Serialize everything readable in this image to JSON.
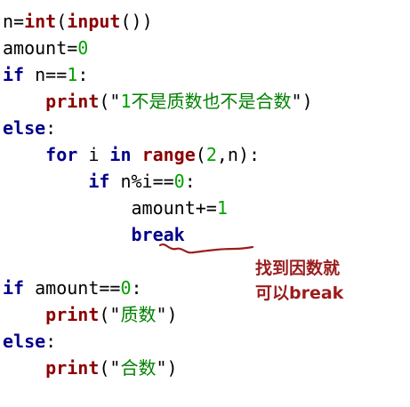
{
  "code": {
    "l1": {
      "var": "n=",
      "int": "int",
      "p1": "(",
      "input": "input",
      "p2": "())"
    },
    "l2": {
      "text": "amount=",
      "num": "0"
    },
    "l3": {
      "kw": "if",
      "text": " n==",
      "num": "1",
      "end": ":"
    },
    "l4": {
      "indent": "    ",
      "fn": "print",
      "open": "(\"",
      "num": "1",
      "zh": "不是质数也不是合数",
      "close": "\")"
    },
    "l5": {
      "kw": "else",
      "end": ":"
    },
    "l6": {
      "indent": "    ",
      "kw_for": "for",
      "mid1": " i ",
      "kw_in": "in",
      "sp": " ",
      "fn": "range",
      "open": "(",
      "num": "2",
      "rest": ",n):"
    },
    "l7": {
      "indent": "        ",
      "kw": "if",
      "text": " n%i==",
      "num": "0",
      "end": ":"
    },
    "l8": {
      "indent": "            ",
      "text": "amount+=",
      "num": "1"
    },
    "l9": {
      "indent": "            ",
      "kw": "break"
    },
    "l11": {
      "kw": "if",
      "text": " amount==",
      "num": "0",
      "end": ":"
    },
    "l12": {
      "indent": "    ",
      "fn": "print",
      "open": "(\"",
      "zh": "质数",
      "close": "\")"
    },
    "l13": {
      "kw": "else",
      "end": ":"
    },
    "l14": {
      "indent": "    ",
      "fn": "print",
      "open": "(\"",
      "zh": "合数",
      "close": "\")"
    }
  },
  "annotation": {
    "line1": "找到因数就",
    "line2": "可以break"
  },
  "colors": {
    "keyword": "#00008b",
    "builtin": "#8b0000",
    "number": "#00a000",
    "string": "#008000",
    "annotation": "#9b1c1c"
  }
}
